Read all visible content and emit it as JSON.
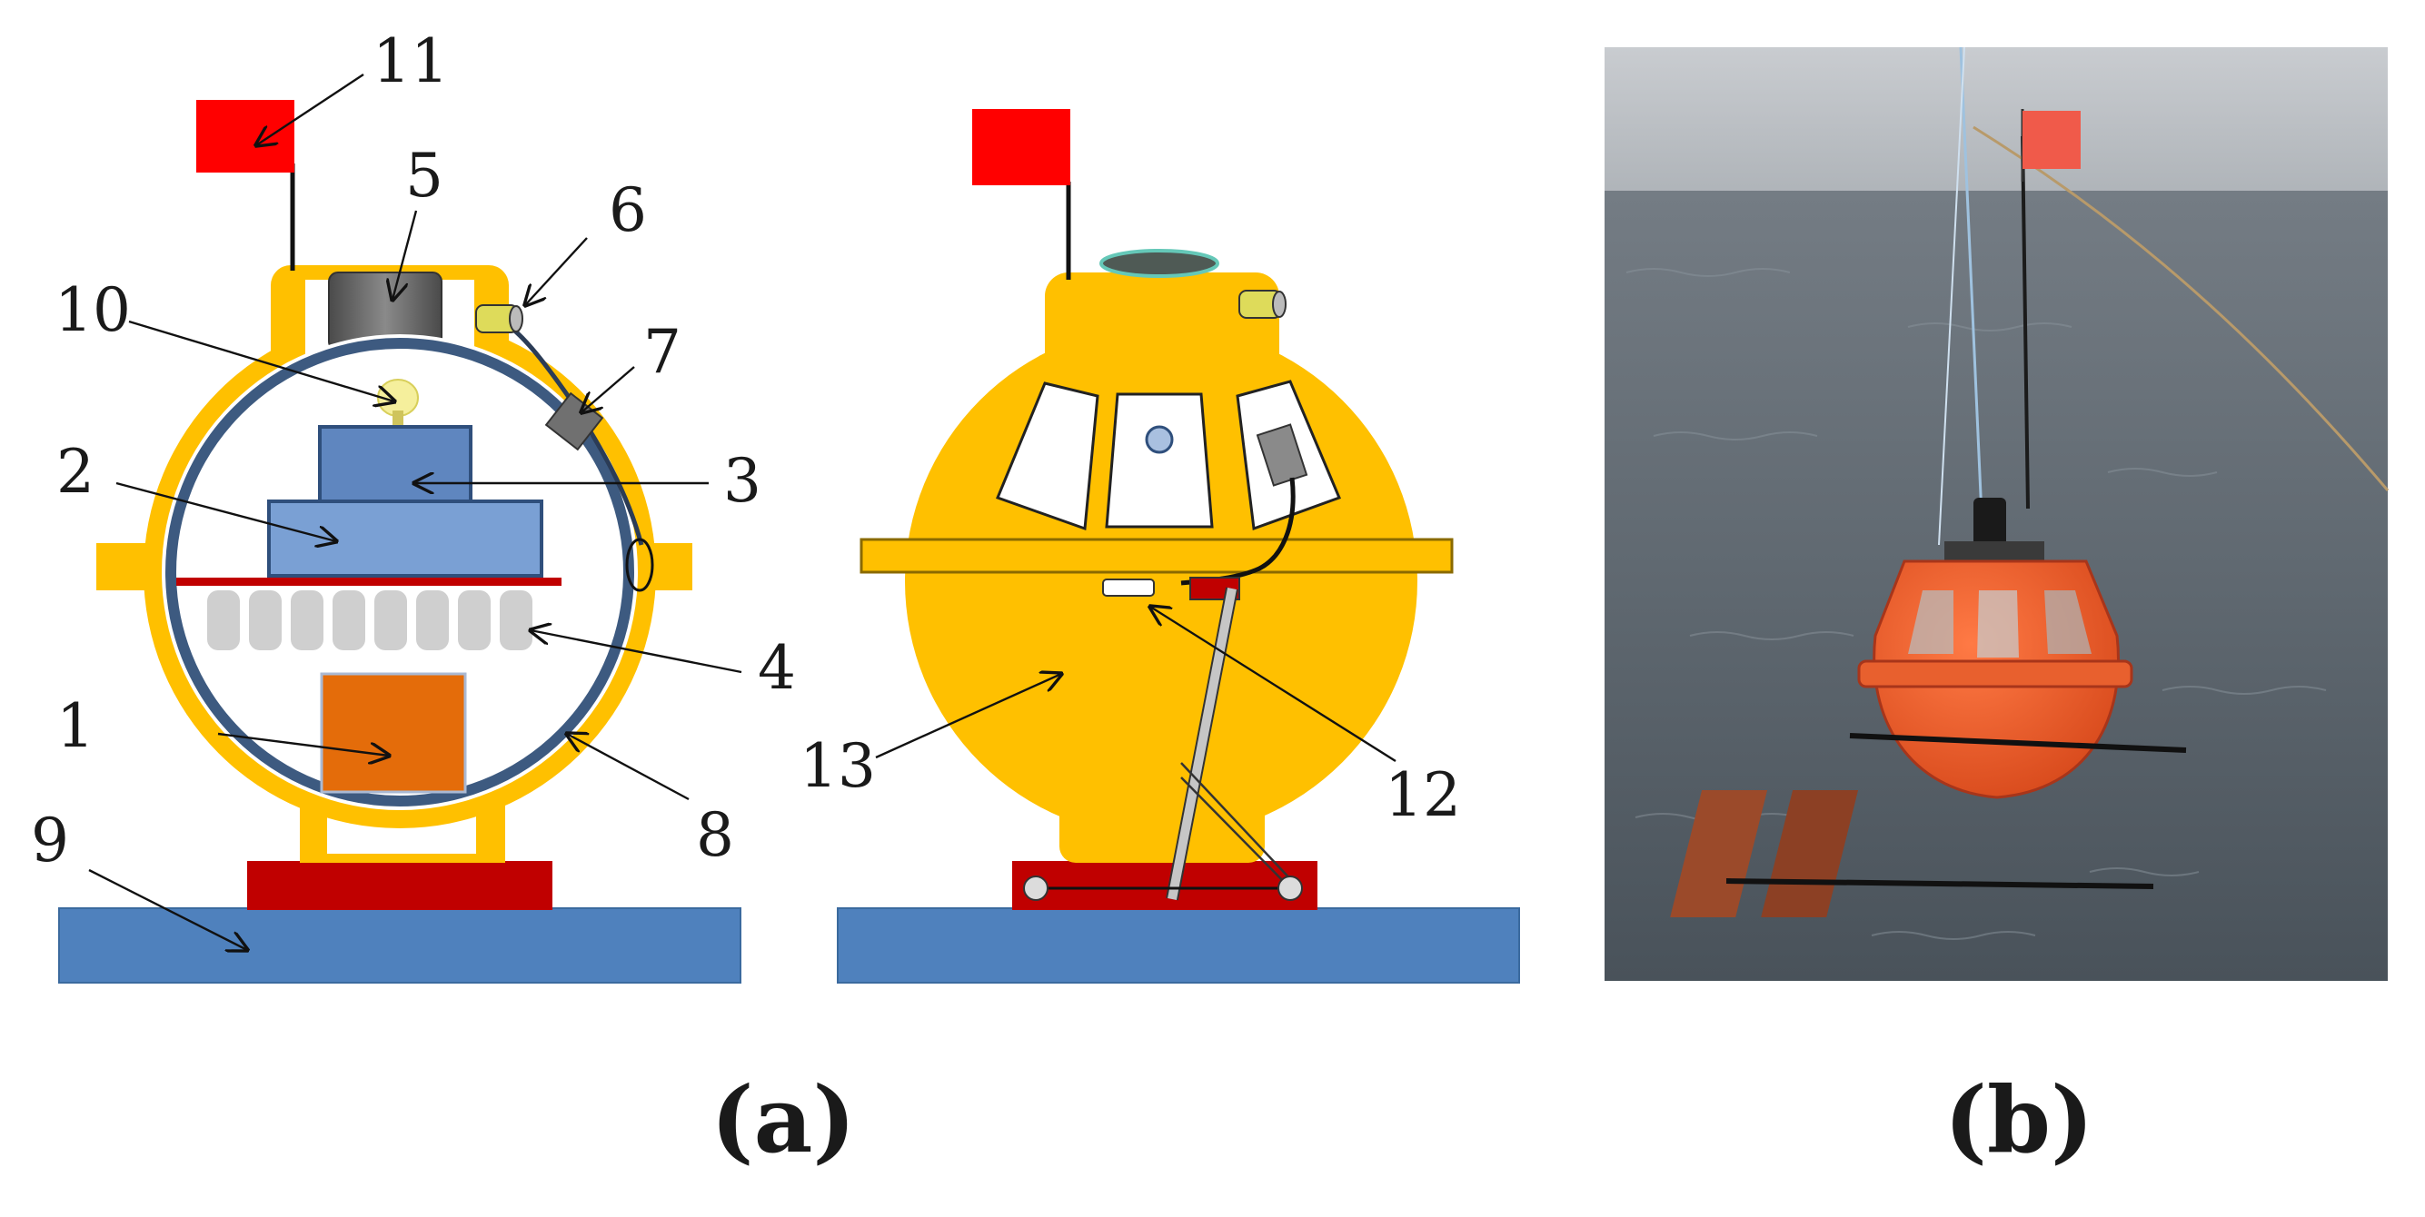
{
  "figure": {
    "panel_a": {
      "label": "(a)",
      "callouts": [
        "1",
        "2",
        "3",
        "4",
        "5",
        "6",
        "7",
        "8",
        "9",
        "10",
        "11",
        "12",
        "13"
      ]
    },
    "panel_b": {
      "label": "(b)"
    }
  },
  "colors": {
    "housing_yellow": "#FFC000",
    "flag_red": "#FF0000",
    "base_blue": "#4F81BD",
    "base_red": "#C00000",
    "sphere_ring": "#3D5A80",
    "battery_orange": "#E46C0A",
    "instrument_blue": "#6A8FC6",
    "sea_gray": "#5E6770",
    "buoy_orange": "#F05A28"
  }
}
